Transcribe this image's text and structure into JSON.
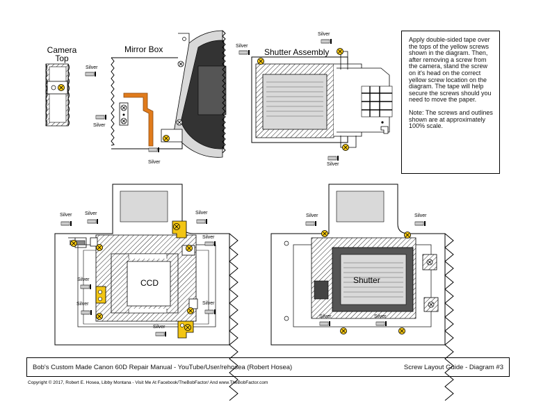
{
  "labels": {
    "camera_top": [
      "Camera",
      "Top"
    ],
    "mirror_box": "Mirror Box",
    "shutter_assembly": "Shutter Assembly",
    "ccd": "CCD",
    "shutter": "Shutter",
    "silver": "Silver"
  },
  "note": {
    "para1": "Apply double-sided tape over the tops of the yellow screws shown in the diagram. Then, after removing a screw from the camera, stand the screw on it's head on the correct yellow screw location on the diagram. The tape will help secure the screws should you need to move the paper.",
    "para2": "Note: The screws and outlines shown are at approximately 100% scale."
  },
  "footer": {
    "left": "Bob's Custom Made Canon 60D Repair Manual  -  YouTube/User/rehosea (Robert Hosea)",
    "right": "Screw Layout Guide - Diagram #3"
  },
  "copyright": "Copyright © 2017, Robert E. Hosea, Libby Montana   -   Visit Me At Facebook/TheBobFactor/ And  www.TheBobFactor.com",
  "colors": {
    "yellow_screw": "#f2c514",
    "orange_flex": "#e07b1c",
    "gray_panel": "#d9d9d9",
    "dark_panel": "#555555"
  }
}
